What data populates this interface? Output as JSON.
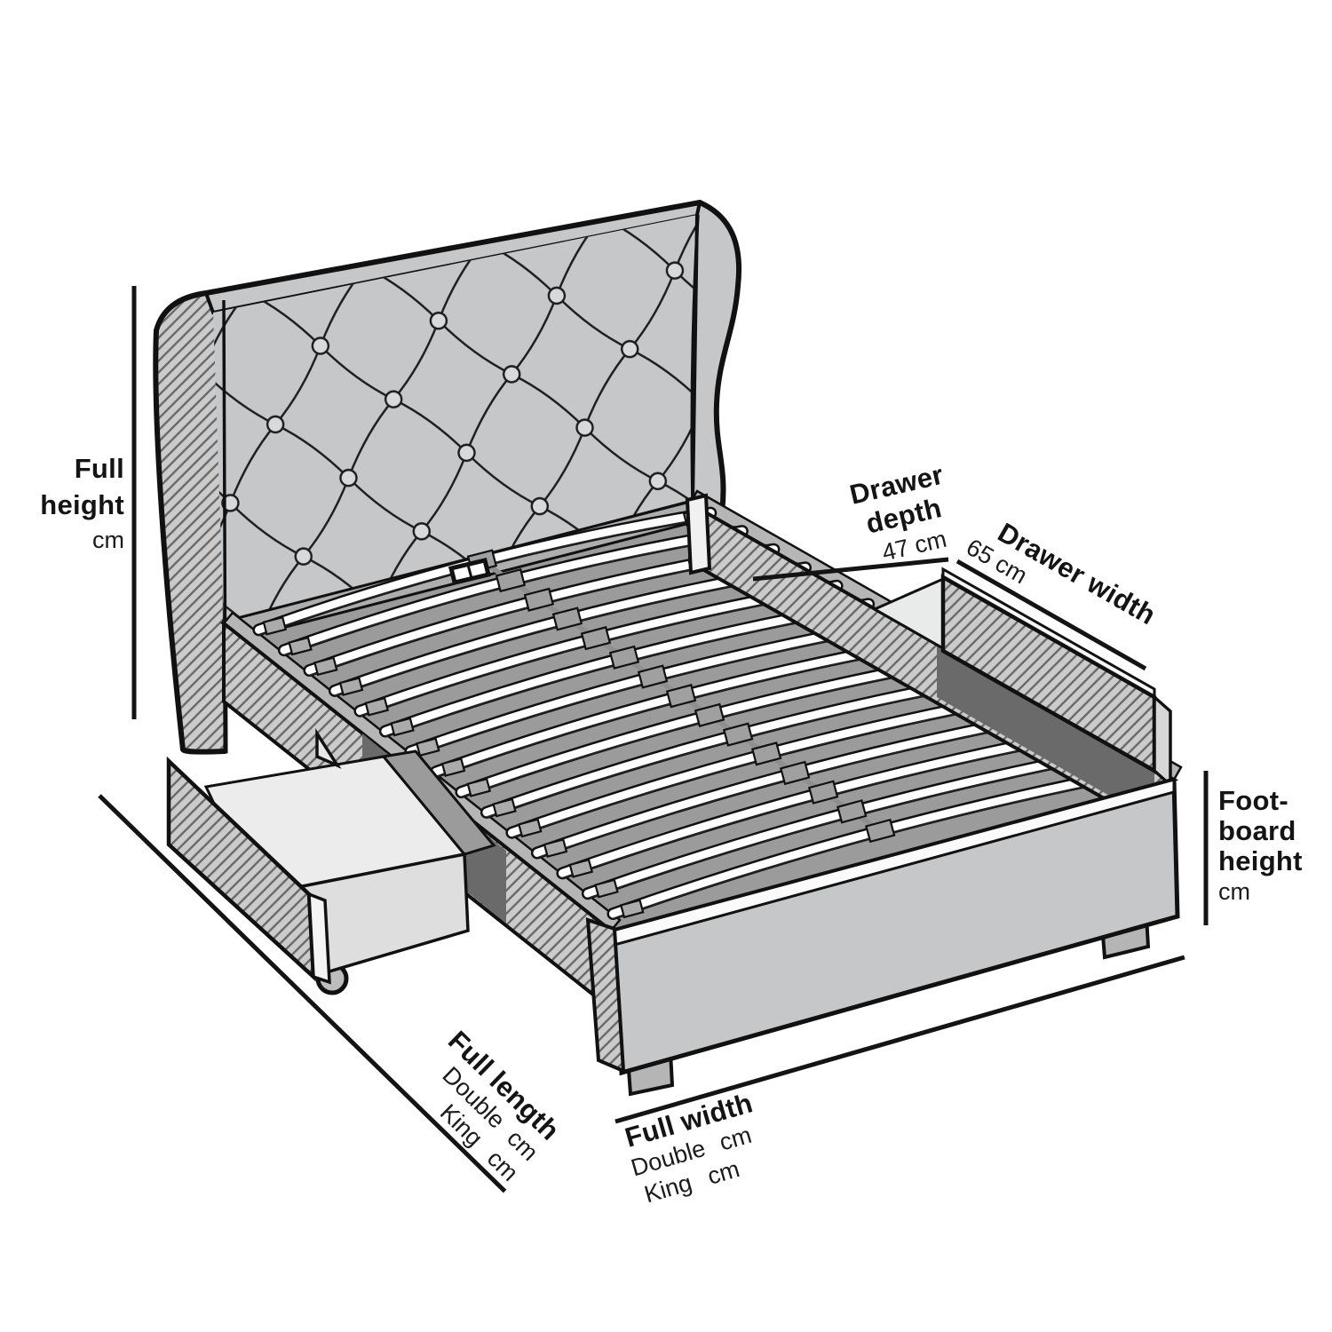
{
  "diagram": {
    "full_height": {
      "title_lines": [
        "Full",
        "height"
      ],
      "unit": "cm"
    },
    "drawer_depth": {
      "title_lines": [
        "Drawer",
        "depth"
      ],
      "value": "47 cm"
    },
    "drawer_width": {
      "title": "Drawer width",
      "value": "65 cm"
    },
    "footboard_height": {
      "title_lines": [
        "Foot-",
        "board",
        "height"
      ],
      "unit": "cm"
    },
    "full_length": {
      "title": "Full length",
      "rows": [
        {
          "size": "Double",
          "unit": "cm"
        },
        {
          "size": "King",
          "unit": "cm"
        }
      ]
    },
    "full_width": {
      "title": "Full width",
      "rows": [
        {
          "size": "Double",
          "unit": "cm"
        },
        {
          "size": "King",
          "unit": "cm"
        }
      ]
    }
  }
}
